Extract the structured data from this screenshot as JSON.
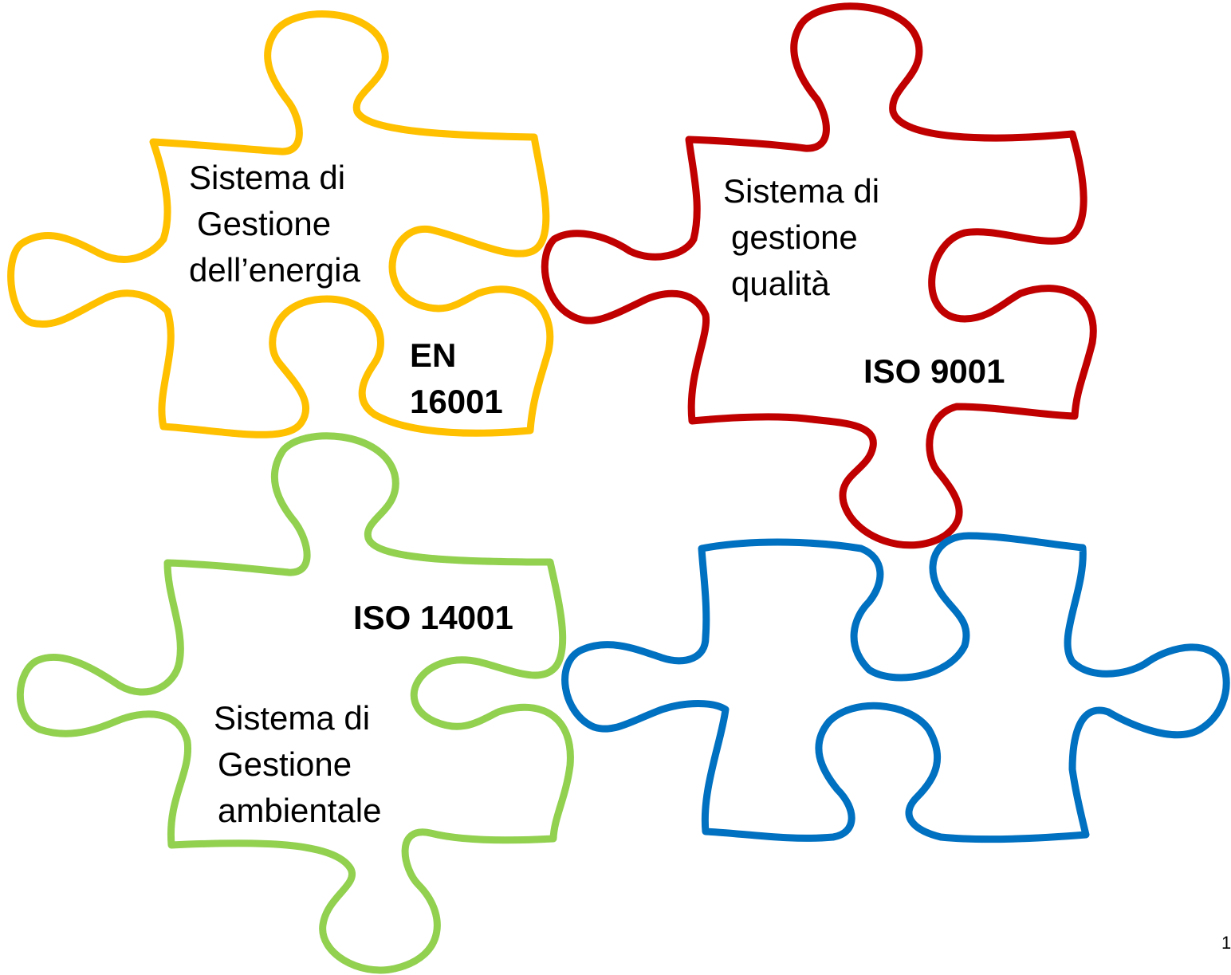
{
  "pieces": [
    {
      "id": "energy",
      "color": "#FFC000",
      "description_lines": [
        "Sistema di",
        "Gestione",
        "dell’energia"
      ],
      "standard_lines": [
        "EN",
        "16001"
      ]
    },
    {
      "id": "quality",
      "color": "#C00000",
      "description_lines": [
        "Sistema di",
        "gestione",
        "qualità"
      ],
      "standard_lines": [
        "ISO 9001"
      ]
    },
    {
      "id": "environment",
      "color": "#92D050",
      "description_lines": [
        "Sistema di",
        "Gestione",
        "ambientale"
      ],
      "standard_lines": [
        "ISO 14001"
      ]
    },
    {
      "id": "blank",
      "color": "#0070C0",
      "description_lines": [],
      "standard_lines": []
    }
  ],
  "page_number": "1"
}
